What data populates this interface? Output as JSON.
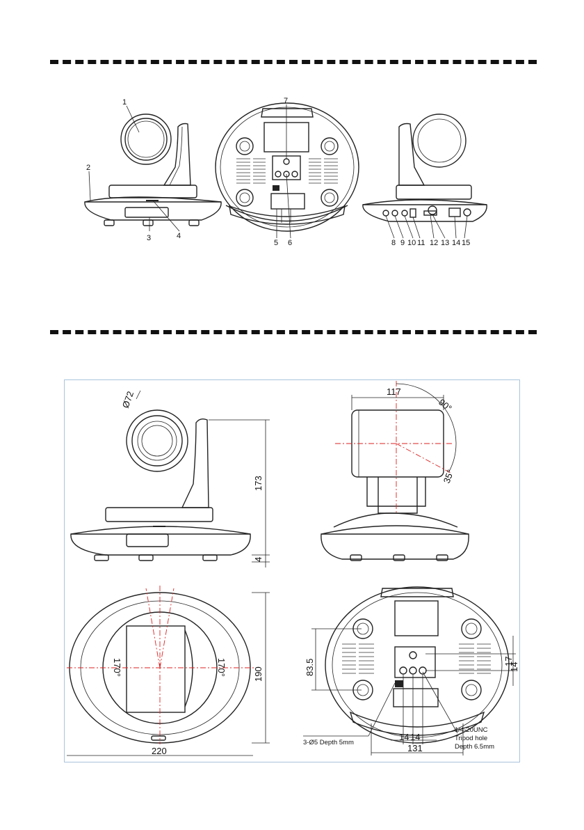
{
  "colors": {
    "outline": "#222222",
    "centerline": "#d22222",
    "frame": "#a9c3db"
  },
  "parts": {
    "callouts": [
      "1",
      "2",
      "3",
      "4",
      "5",
      "6",
      "7",
      "8",
      "9",
      "10",
      "11",
      "12",
      "13",
      "14",
      "15"
    ]
  },
  "dimensions": {
    "diameter": "Ø72",
    "height": "173",
    "foot": "4",
    "depth": "117",
    "tilt_up": "90°",
    "tilt_down": "35°",
    "width": "220",
    "base_depth": "190",
    "pan_left": "170°",
    "pan_right": "170°",
    "hole_span": "83.5",
    "offset_a": "17",
    "offset_b": "14",
    "hole_gap_a": "14",
    "hole_gap_b": "14",
    "bottom_width": "131"
  },
  "notes": {
    "screw_holes": "3-Ø5 Depth 5mm",
    "tripod_line1": "1/4-20UNC",
    "tripod_line2": "Tripod hole",
    "tripod_line3": "Depth 6.5mm"
  }
}
